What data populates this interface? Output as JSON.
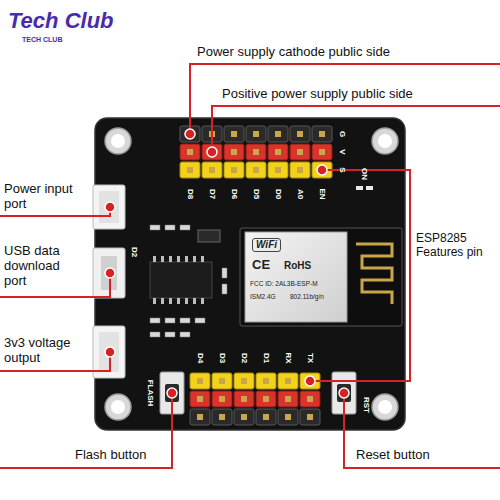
{
  "diagram": {
    "labels": [
      "Tech Club",
      "TECH CLUB",
      "Power supply cathode public side",
      "Positive power supply public side",
      "Power input port",
      "USB data download port",
      "3v3 voltage output",
      "ESP8285 Features pin",
      "Flash button",
      "Reset button",
      "WiFi",
      "CE",
      "RoHS",
      "FCC ID: 2AL3B-ESP-M",
      "ISM2.4G",
      "802.11b/g/n",
      "G",
      "V",
      "S",
      "ON",
      "D8",
      "D7",
      "D6",
      "D5",
      "D0",
      "A0",
      "EN",
      "D2",
      "D4",
      "D3",
      "D2",
      "D1",
      "RX",
      "TX",
      "FLASH",
      "RST"
    ]
  }
}
